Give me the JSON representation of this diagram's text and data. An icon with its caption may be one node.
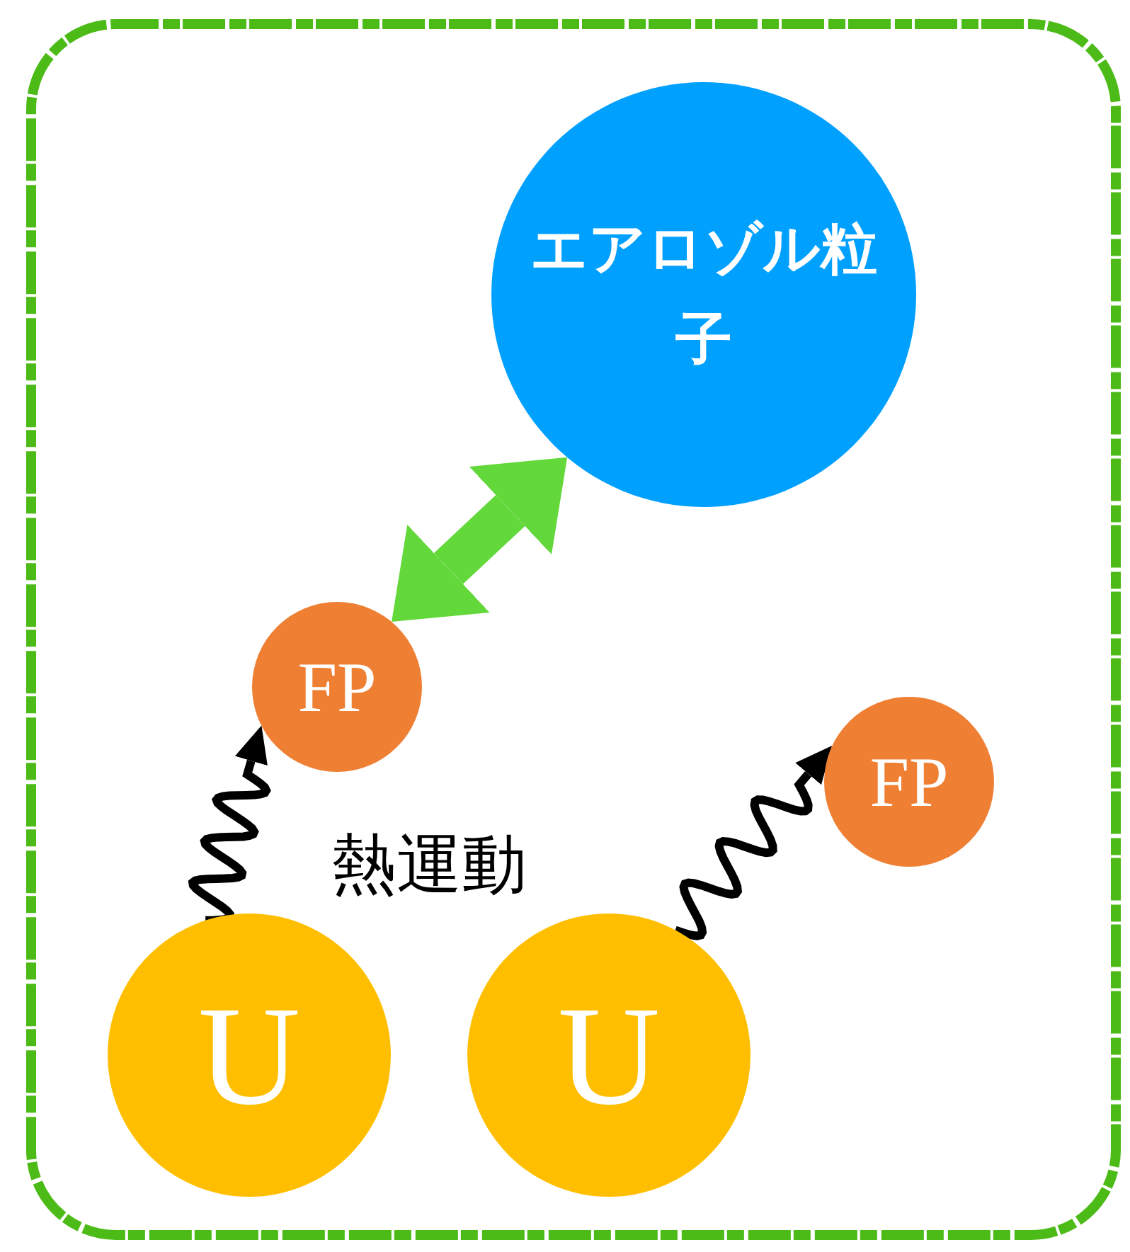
{
  "diagram": {
    "nodes": [
      {
        "text": [
          "エアロゾル粒子"
        ]
      },
      {
        "text": [
          "FP"
        ]
      },
      {
        "text": [
          "FP"
        ]
      },
      {
        "text": [
          "U"
        ]
      },
      {
        "text": [
          "U"
        ]
      }
    ],
    "edges": [
      {
        "from": 1,
        "to": 0,
        "arrow": "both",
        "style": "thick",
        "color": "#62d83a"
      },
      {
        "from": 3,
        "to": 1,
        "arrow": "to"
      },
      {
        "from": 4,
        "to": 2,
        "arrow": "to"
      }
    ],
    "labels": [
      "熱運動"
    ]
  }
}
